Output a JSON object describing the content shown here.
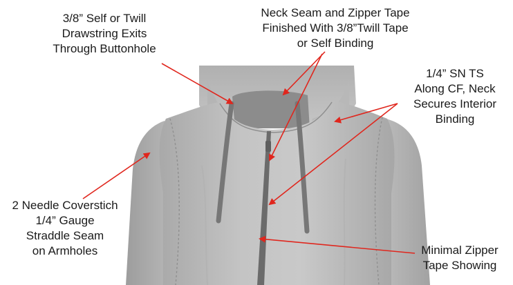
{
  "diagram": {
    "subject": "hoodie-front-construction-details",
    "annotation_color": "#e0261d",
    "callouts": {
      "drawstring": "3/8” Self or Twill\nDrawstring Exits\nThrough Buttonhole",
      "neck_seam": "Neck Seam and Zipper Tape\nFinished With 3/8”Twill Tape\nor Self Binding",
      "sn_ts": "1/4” SN TS\nAlong CF, Neck\nSecures Interior\nBinding",
      "coverstitch": "2 Needle Coverstich\n1/4” Gauge\nStraddle Seam\non Armholes",
      "zipper_tape": "Minimal Zipper\nTape Showing"
    }
  }
}
